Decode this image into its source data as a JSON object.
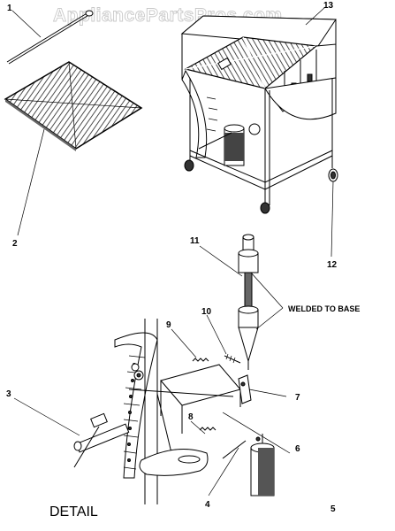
{
  "watermark": "AppliancePartsPros.com",
  "detail_label": "DETAIL",
  "note_welded": "WELDED TO BASE",
  "callouts": {
    "c1": "1",
    "c2": "2",
    "c3": "3",
    "c4": "4",
    "c5": "5",
    "c6": "6",
    "c7": "7",
    "c8": "8",
    "c9": "9",
    "c10": "10",
    "c11": "11",
    "c12": "12",
    "c13": "13"
  }
}
